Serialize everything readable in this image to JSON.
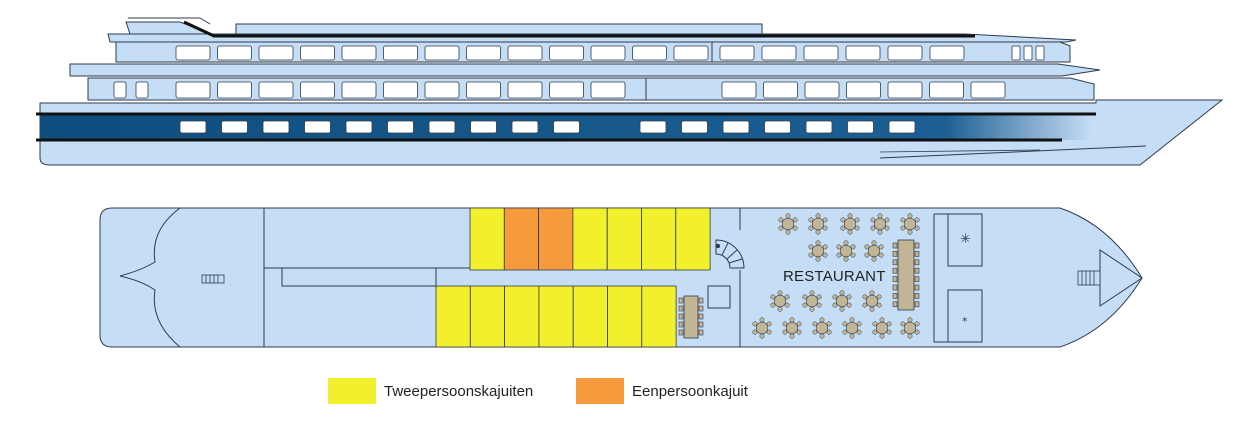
{
  "deck_plan": {
    "restaurant_label": "RESTAURANT"
  },
  "legend": {
    "items": [
      {
        "label": "Tweepersoonskajuiten",
        "color": "#f2ef2c"
      },
      {
        "label": "Eenpersoonkajuit",
        "color": "#f79a3e"
      }
    ]
  },
  "colors": {
    "hull": "#c6ddf6",
    "outline": "#2f3b4c",
    "band": "#0f4d7e",
    "twin_cabin": "#f2ef2c",
    "single_cabin": "#f79a3e",
    "table": "#c2b596"
  },
  "icons": [
    "stairs-icon",
    "spiral-staircase-icon",
    "table-icon",
    "snowflake-icon",
    "star-icon"
  ]
}
